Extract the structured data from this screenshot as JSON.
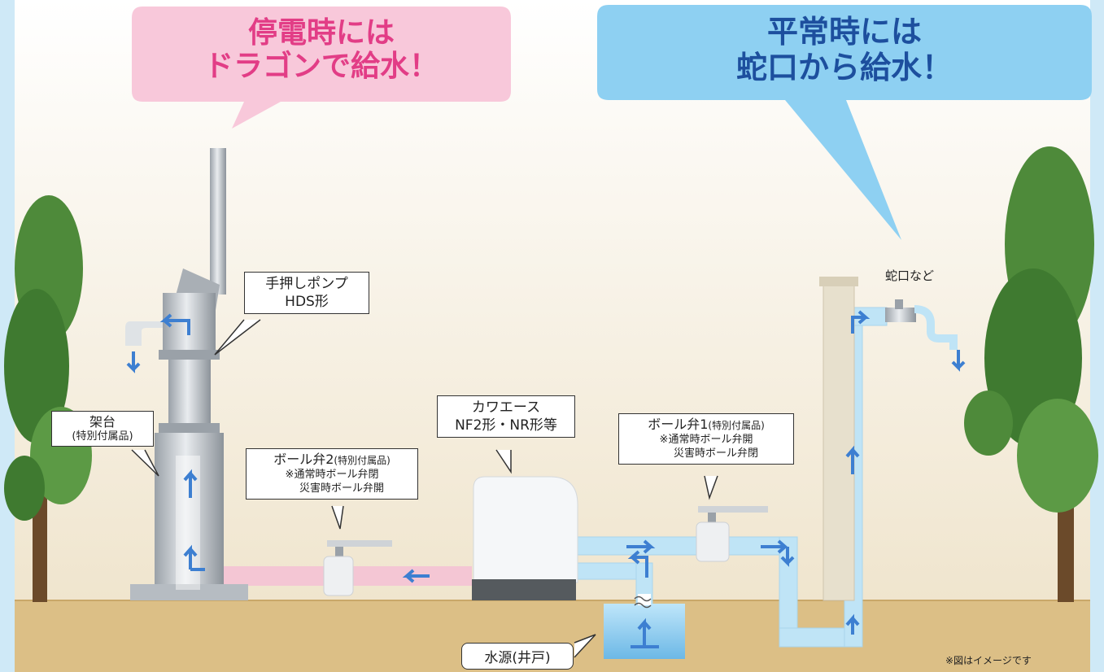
{
  "bubbles": {
    "left": {
      "line1": "停電時には",
      "line2": "ドラゴンで給水！",
      "fill": "#f8c8da",
      "text_color": "#e23d86"
    },
    "right": {
      "line1": "平常時には",
      "line2": "蛇口から給水！",
      "fill": "#8ed0f2",
      "text_color": "#1d4f9e"
    }
  },
  "labels": {
    "pump": {
      "line1": "手押しポンプ",
      "line2": "HDS形"
    },
    "stand": {
      "line1": "架台",
      "line2": "(特別付属品)"
    },
    "ball_valve_2": {
      "title": "ボール弁2",
      "suffix": "(特別付属品)",
      "note1": "※通常時ボール弁閉",
      "note2": "災害時ボール弁開"
    },
    "kawaace": {
      "line1": "カワエース",
      "line2": "NF2形・NR形等"
    },
    "ball_valve_1": {
      "title": "ボール弁1",
      "suffix": "(特別付属品)",
      "note1": "※通常時ボール弁開",
      "note2": "災害時ボール弁閉"
    },
    "faucet": "蛇口など",
    "well": "水源(井戸)",
    "note": "※図はイメージです"
  },
  "colors": {
    "pipe_pink": "#f4c6d4",
    "pipe_blue": "#bfe4f6",
    "arrow": "#3d7fd1",
    "ground": "#dcbf86",
    "sky_top": "#ffffff",
    "sky_bottom": "#efe5cf",
    "frame": "#cfe9f7",
    "tree": "#4e8a3a"
  }
}
